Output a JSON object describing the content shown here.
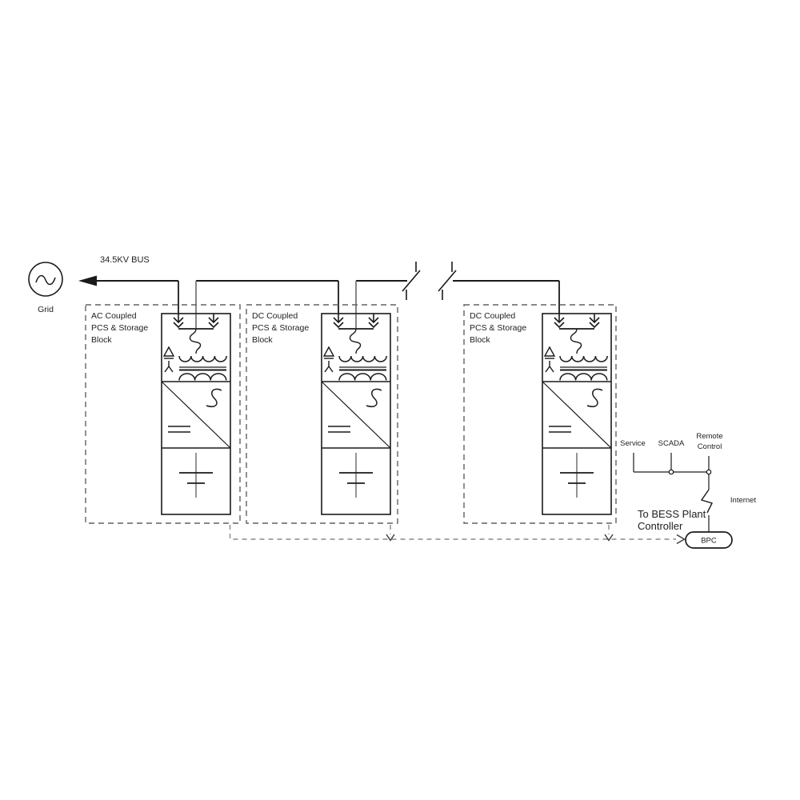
{
  "bus": {
    "label": "34.5KV BUS"
  },
  "grid": {
    "label": "Grid"
  },
  "blocks": [
    {
      "line1": "AC Coupled",
      "line2": "PCS & Storage",
      "line3": "Block"
    },
    {
      "line1": "DC Coupled",
      "line2": "PCS & Storage",
      "line3": "Block"
    },
    {
      "line1": "DC Coupled",
      "line2": "PCS & Storage",
      "line3": "Block"
    }
  ],
  "controller": {
    "service_label": "Service",
    "scada_label": "SCADA",
    "remote_label_line1": "Remote",
    "remote_label_line2": "Control",
    "internet_label": "Internet",
    "to_bpc_line1": "To BESS Plant",
    "to_bpc_line2": "Controller",
    "bpc_label": "BPC"
  },
  "colors": {
    "line": "#1a1a1a",
    "connector": "#7a7a7a",
    "dashed-box": "#606060",
    "comm-line": "#8a8a8a",
    "comm-arrow": "#3a3a3a",
    "text": "#222222",
    "background": "#ffffff"
  }
}
